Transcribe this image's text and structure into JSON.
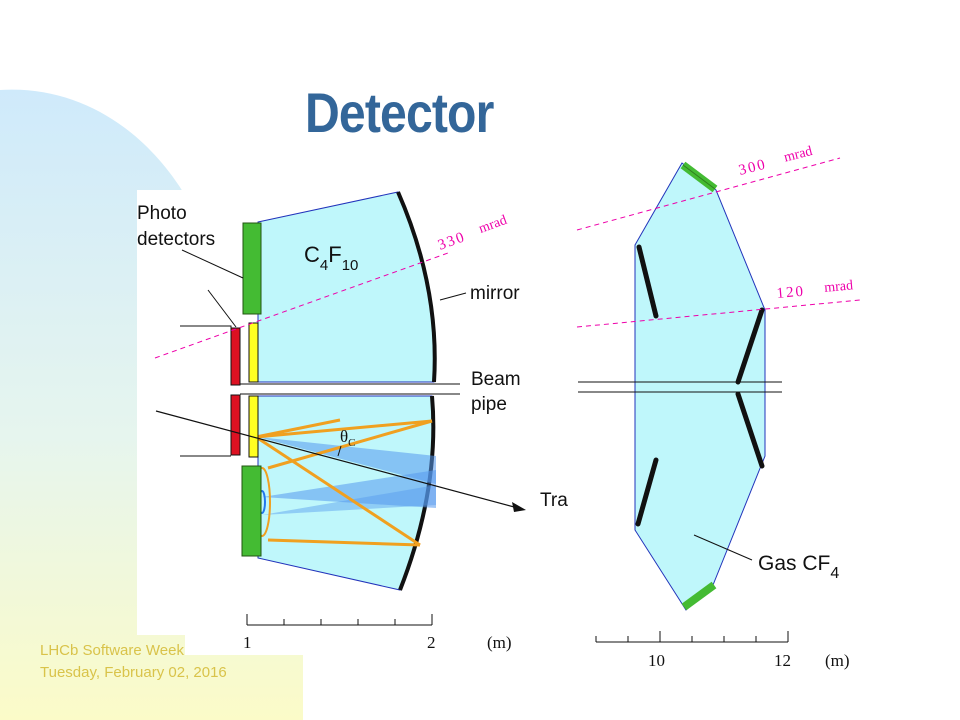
{
  "title": "Detector",
  "footer": {
    "line1": "LHCb Software Week",
    "line2": "Tuesday, February 02, 2016"
  },
  "rich1": {
    "photo_detectors_line1": "Photo",
    "photo_detectors_line2": "detectors",
    "radiator_main": "C",
    "radiator_sub1": "4",
    "radiator_f": "F",
    "radiator_sub2": "10",
    "mirror": "mirror",
    "beam_pipe_line1": "Beam",
    "beam_pipe_line2": "pipe",
    "theta": "θ",
    "theta_sub": "C",
    "track": "Tra",
    "angle_value": "330",
    "angle_unit": "mrad",
    "axis_ticks": [
      "1",
      "2"
    ],
    "axis_unit": "(m)"
  },
  "rich2": {
    "angle_outer_value": "300",
    "angle_inner_value": "120",
    "angle_unit": "mrad",
    "gas_main": "Gas CF",
    "gas_sub": "4",
    "axis_ticks": [
      "10",
      "12"
    ],
    "axis_unit": "(m)"
  },
  "colors": {
    "title": "#336699",
    "radiator": "#bff7fb",
    "photodetector": "#44bb33",
    "window_yellow": "#ffff22",
    "shield_red": "#dd1122",
    "ray_orange": "#f0a020",
    "cone_blue": "#5599ee",
    "mrad_line": "#ee00aa"
  }
}
